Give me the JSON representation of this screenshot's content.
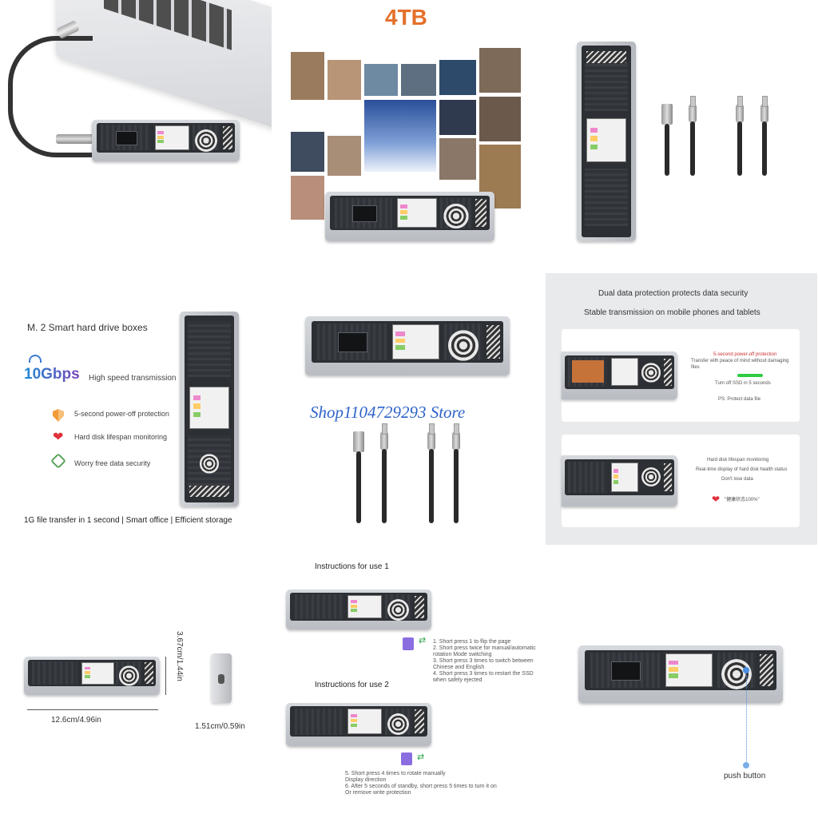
{
  "capacity_banner": "4TB",
  "features": {
    "title": "M. 2 Smart hard drive boxes",
    "speed": "10Gbps",
    "speed_desc": "High speed transmission",
    "items": [
      "5-second power-off protection",
      "Hard disk lifespan monitoring",
      "Worry free data security"
    ],
    "footer": "1G file transfer in 1 second | Smart office | Efficient storage"
  },
  "watermark": "Shop1104729293 Store",
  "protection": {
    "headline_1": "Dual data protection protects data security",
    "headline_2": "Stable transmission on mobile phones and tablets",
    "card1_lines": [
      "5-second power-off protection",
      "Transfer with peace of mind without damaging files",
      "Turn off SSD in 5 seconds",
      "PS: Protect data file"
    ],
    "card2_lines": [
      "Hard disk lifespan monitoring",
      "Real-time display of hard disk health status",
      "Don't lose data",
      "\"健康状态100%\""
    ]
  },
  "dimensions": {
    "height": "3.67cm/1.44in",
    "length": "12.6cm/4.96in",
    "thickness": "1.51cm/0.59in"
  },
  "instructions": {
    "title_1": "Instructions for use 1",
    "steps_1": [
      "1. Short press 1 to flip the page",
      "2. Short press twice for manual/automatic rotation Mode switching",
      "3. Short press 3 times to switch between Chinese and English",
      "4. Short press 3 times to restart the SSD when safely ejected"
    ],
    "title_2": "Instructions for use 2",
    "steps_2": [
      "5. Short press 4 times to rotate manually",
      "Display direction",
      "6. After 5 seconds of standby, short press 5 times to turn it on",
      "Or remove write protection"
    ]
  },
  "push_button_label": "push button",
  "colors": {
    "accent_orange": "#e4702c",
    "watermark_blue": "#2f63c9",
    "gray_panel": "#e9eaec"
  }
}
